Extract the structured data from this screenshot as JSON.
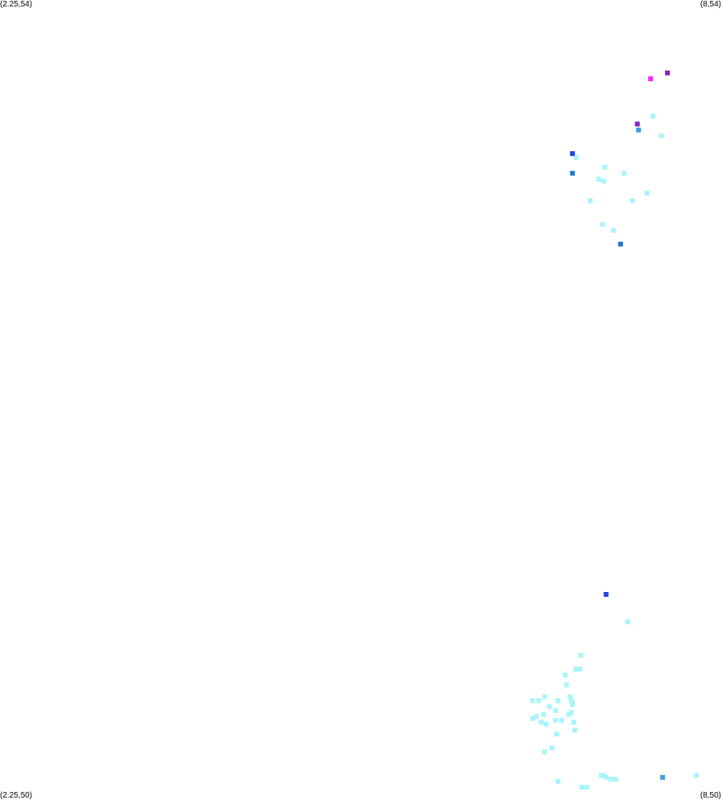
{
  "corners": {
    "top_left": "(2.25,54)",
    "top_right": "(8,54)",
    "bottom_left": "(2.25,50)",
    "bottom_right": "(8,50)"
  },
  "colors": {
    "background": "#ffffff",
    "cyan": "#a8f4fa",
    "blue": "#2244dd",
    "mid_blue": "#2277cc",
    "light_blue": "#3aa0e0",
    "purple": "#8822bb",
    "magenta": "#ff22ff"
  },
  "chart_data": {
    "type": "scatter",
    "xlim": [
      2.25,
      8
    ],
    "ylim": [
      50,
      54
    ],
    "series": [
      {
        "color": "cyan",
        "points": [
          [
            7.71,
            53.33
          ],
          [
            7.24,
            53.17
          ],
          [
            7.4,
            53.14
          ],
          [
            7.64,
            53.43
          ],
          [
            7.47,
            53.0
          ],
          [
            7.12,
            53.0
          ],
          [
            7.23,
            53.1
          ],
          [
            7.0,
            53.22
          ],
          [
            7.22,
            52.88
          ],
          [
            7.59,
            53.04
          ],
          [
            7.19,
            53.11
          ],
          [
            7.31,
            52.85
          ],
          [
            8.0,
            50.08
          ]
        ]
      },
      {
        "color": "cyan",
        "points": [
          [
            7.43,
            50.86
          ],
          [
            7.04,
            50.69
          ],
          [
            7.0,
            50.62
          ],
          [
            6.97,
            50.44
          ],
          [
            6.97,
            50.45
          ],
          [
            6.91,
            50.59
          ],
          [
            6.92,
            50.54
          ],
          [
            6.69,
            50.46
          ],
          [
            6.83,
            50.41
          ],
          [
            6.83,
            50.36
          ],
          [
            6.88,
            50.36
          ],
          [
            6.74,
            50.48
          ],
          [
            6.95,
            50.48
          ],
          [
            6.71,
            50.35
          ],
          [
            6.96,
            50.4
          ],
          [
            6.96,
            50.46
          ],
          [
            6.98,
            50.35
          ],
          [
            6.94,
            50.39
          ],
          [
            6.64,
            50.46
          ],
          [
            6.67,
            50.38
          ],
          [
            6.64,
            50.37
          ],
          [
            6.78,
            50.43
          ],
          [
            6.84,
            50.29
          ],
          [
            6.99,
            50.31
          ],
          [
            6.73,
            50.39
          ],
          [
            6.75,
            50.34
          ],
          [
            6.8,
            50.22
          ],
          [
            7.03,
            50.62
          ],
          [
            6.85,
            50.05
          ],
          [
            7.05,
            50.02
          ],
          [
            7.09,
            50.02
          ],
          [
            7.21,
            50.08
          ],
          [
            7.23,
            50.08
          ],
          [
            7.25,
            50.07
          ],
          [
            7.29,
            50.06
          ],
          [
            7.33,
            50.06
          ],
          [
            6.74,
            50.2
          ],
          [
            6.85,
            50.46
          ]
        ]
      },
      {
        "color": "blue",
        "points": [
          [
            6.97,
            53.24
          ],
          [
            7.25,
            51.0
          ]
        ]
      },
      {
        "color": "mid_blue",
        "points": [
          [
            6.97,
            53.14
          ],
          [
            7.37,
            52.78
          ]
        ]
      },
      {
        "color": "light_blue",
        "points": [
          [
            7.52,
            53.36
          ],
          [
            7.72,
            50.07
          ]
        ]
      },
      {
        "color": "purple",
        "points": [
          [
            7.76,
            53.65
          ],
          [
            7.51,
            53.39
          ]
        ]
      },
      {
        "color": "magenta",
        "points": [
          [
            7.62,
            53.62
          ]
        ]
      }
    ]
  }
}
